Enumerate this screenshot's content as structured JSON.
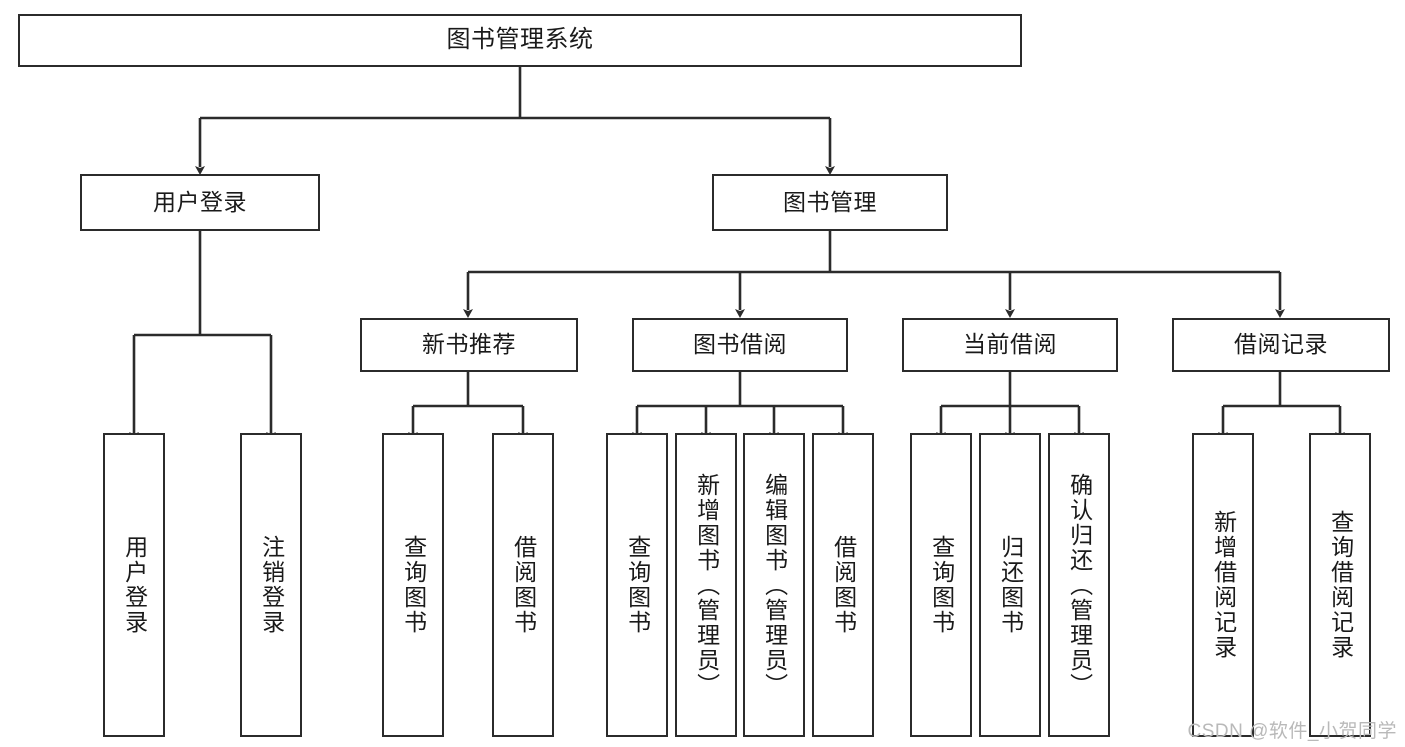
{
  "diagram": {
    "title": "图书管理系统",
    "type": "tree-hierarchy-chart",
    "watermark": "CSDN @软件_小贺同学",
    "colors": {
      "stroke": "#2b2b2b",
      "fill": "#ffffff",
      "text": "#1a1a1a",
      "watermark": "#b9b9b9"
    },
    "levels": {
      "level1_label": "图书管理系统",
      "level2": [
        {
          "label": "用户登录"
        },
        {
          "label": "图书管理"
        }
      ],
      "level3": [
        {
          "label": "新书推荐"
        },
        {
          "label": "图书借阅"
        },
        {
          "label": "当前借阅"
        },
        {
          "label": "借阅记录"
        }
      ]
    },
    "leaves": {
      "user_login": [
        {
          "label": "用户登录"
        },
        {
          "label": "注销登录"
        }
      ],
      "new_book_recommend": [
        {
          "label": "查询图书"
        },
        {
          "label": "借阅图书"
        }
      ],
      "book_borrow": [
        {
          "label": "查询图书"
        },
        {
          "label": "新增图书（管理员）"
        },
        {
          "label": "编辑图书（管理员）"
        },
        {
          "label": "借阅图书"
        }
      ],
      "current_borrow": [
        {
          "label": "查询图书"
        },
        {
          "label": "归还图书"
        },
        {
          "label": "确认归还（管理员）"
        }
      ],
      "borrow_record": [
        {
          "label": "新增借阅记录"
        },
        {
          "label": "查询借阅记录"
        }
      ]
    }
  }
}
